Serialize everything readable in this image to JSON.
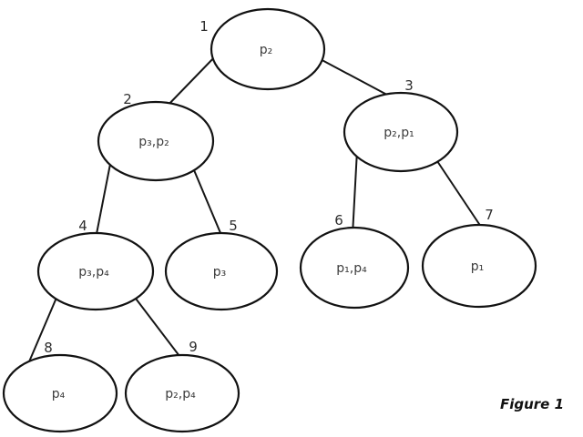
{
  "diagram": {
    "kind": "binary-tree",
    "caption": "Figure 1",
    "colors": {
      "background": "#ffffff",
      "line": "#161616",
      "node_fill": "#ffffff",
      "node_stroke": "#121212",
      "label_text": "#3d3d3d"
    },
    "nodes": [
      {
        "number": "1",
        "label": "p₂"
      },
      {
        "number": "2",
        "label": "p₃,p₂"
      },
      {
        "number": "3",
        "label": "p₂,p₁"
      },
      {
        "number": "4",
        "label": "p₃,p₄"
      },
      {
        "number": "5",
        "label": "p₃"
      },
      {
        "number": "6",
        "label": "p₁,p₄"
      },
      {
        "number": "7",
        "label": "p₁"
      },
      {
        "number": "8",
        "label": "p₄"
      },
      {
        "number": "9",
        "label": "p₂,p₄"
      }
    ],
    "edges": [
      {
        "from": "1",
        "to": "2"
      },
      {
        "from": "1",
        "to": "3"
      },
      {
        "from": "2",
        "to": "4"
      },
      {
        "from": "2",
        "to": "5"
      },
      {
        "from": "3",
        "to": "6"
      },
      {
        "from": "3",
        "to": "7"
      },
      {
        "from": "4",
        "to": "8"
      },
      {
        "from": "4",
        "to": "9"
      }
    ]
  }
}
